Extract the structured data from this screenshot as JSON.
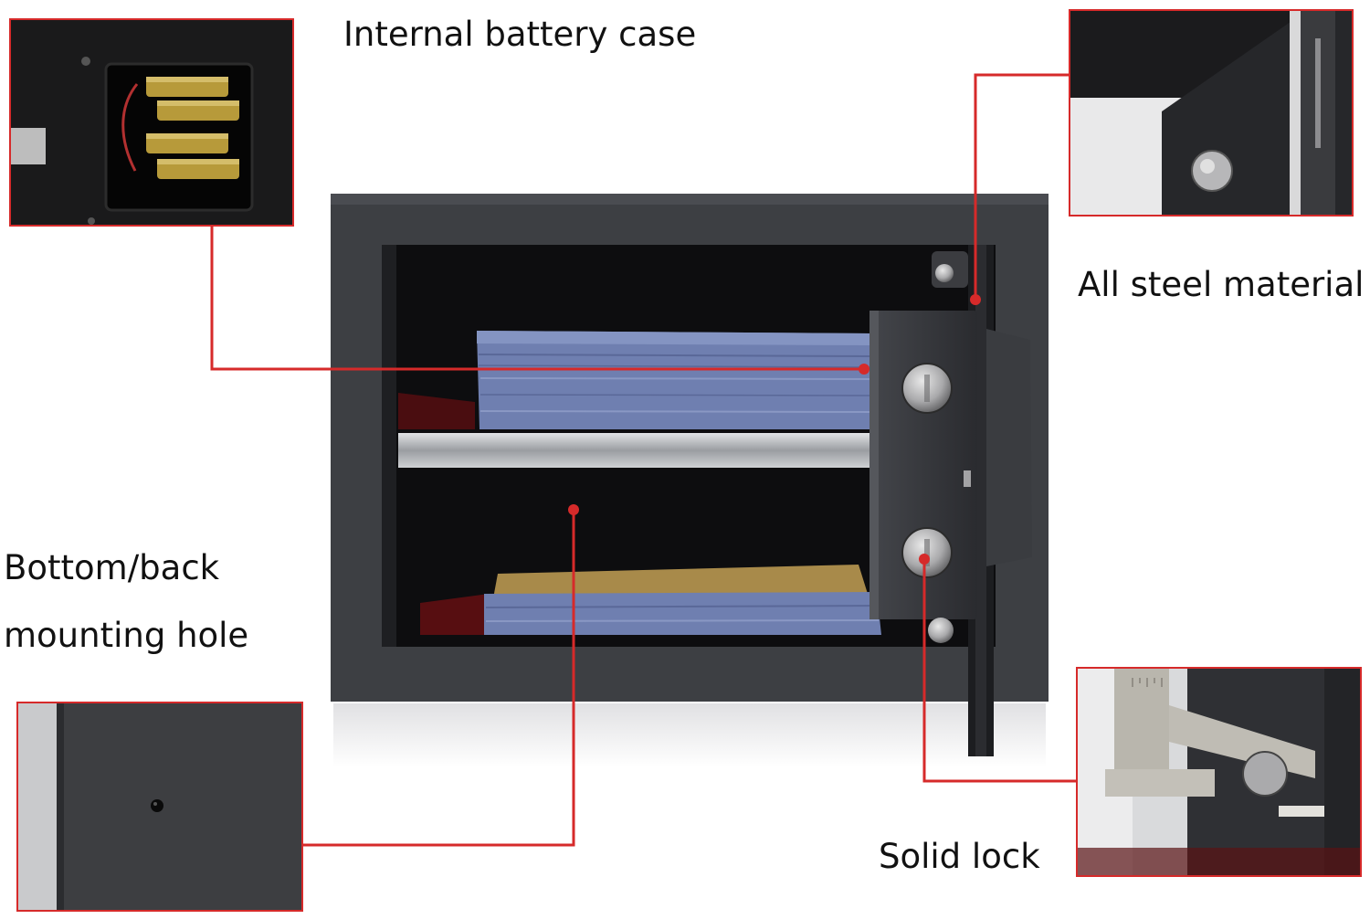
{
  "labels": {
    "battery": "Internal battery case",
    "steel": "All steel material",
    "mounting_line1": "Bottom/back",
    "mounting_line2": "mounting hole",
    "lock": "Solid lock"
  },
  "colors": {
    "callout": "#d62a2a",
    "safe_body": "#3d3f43",
    "safe_interior": "#0d0d0f",
    "door": "#2f3136",
    "documents": "#6f7fb0",
    "shelf": "#b9bcc0"
  },
  "icons": [
    "battery-pack-icon",
    "bolt-icon",
    "mounting-hole-icon",
    "caliper-icon"
  ]
}
